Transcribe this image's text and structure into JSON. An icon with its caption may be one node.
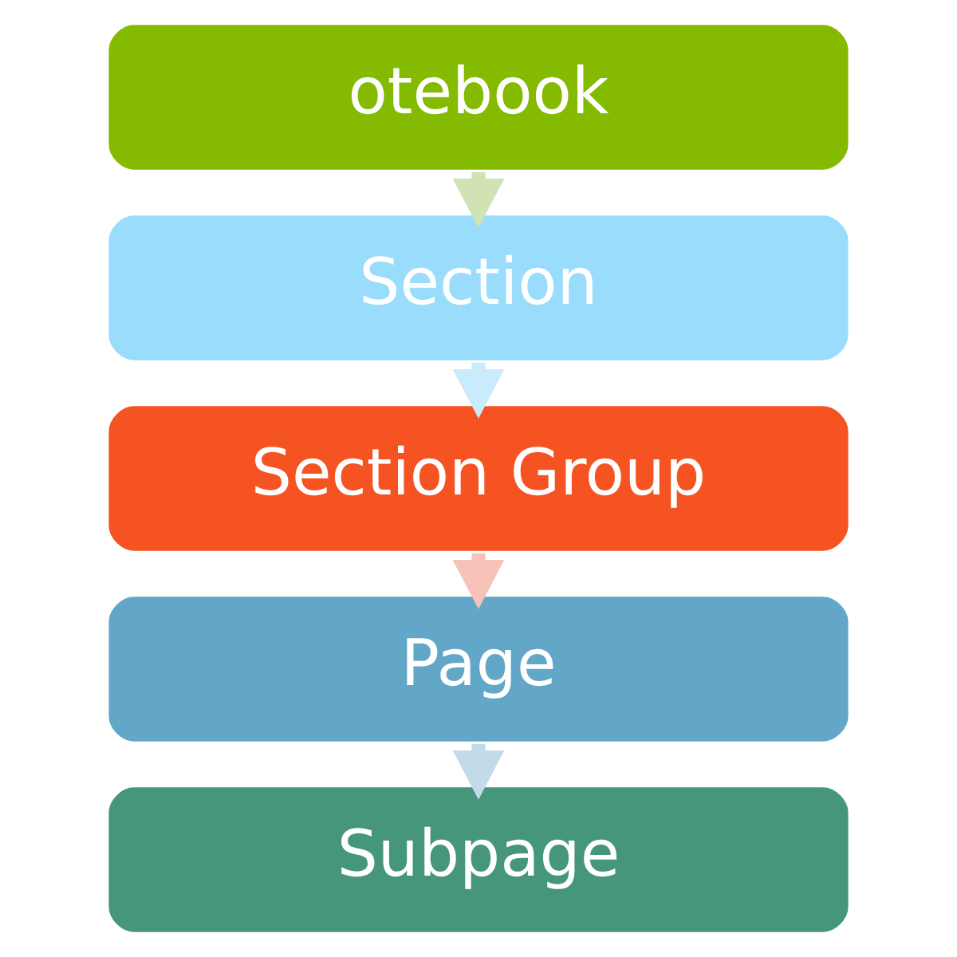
{
  "diagram": {
    "nodes": [
      {
        "text": [
          "otebook"
        ]
      },
      {
        "text": [
          "Section"
        ]
      },
      {
        "text": [
          "Section Group"
        ]
      },
      {
        "text": [
          "Page"
        ]
      },
      {
        "text": [
          "Subpage"
        ]
      }
    ],
    "edges": [
      {
        "from": 0,
        "to": 1,
        "arrow": "to",
        "color": "#cfe3b5"
      },
      {
        "from": 1,
        "to": 2,
        "arrow": "to",
        "color": "#c9ebfb"
      },
      {
        "from": 2,
        "to": 3,
        "arrow": "to",
        "color": "#f7c2b8"
      },
      {
        "from": 3,
        "to": 4,
        "arrow": "to",
        "color": "#c3dbe8"
      }
    ]
  }
}
